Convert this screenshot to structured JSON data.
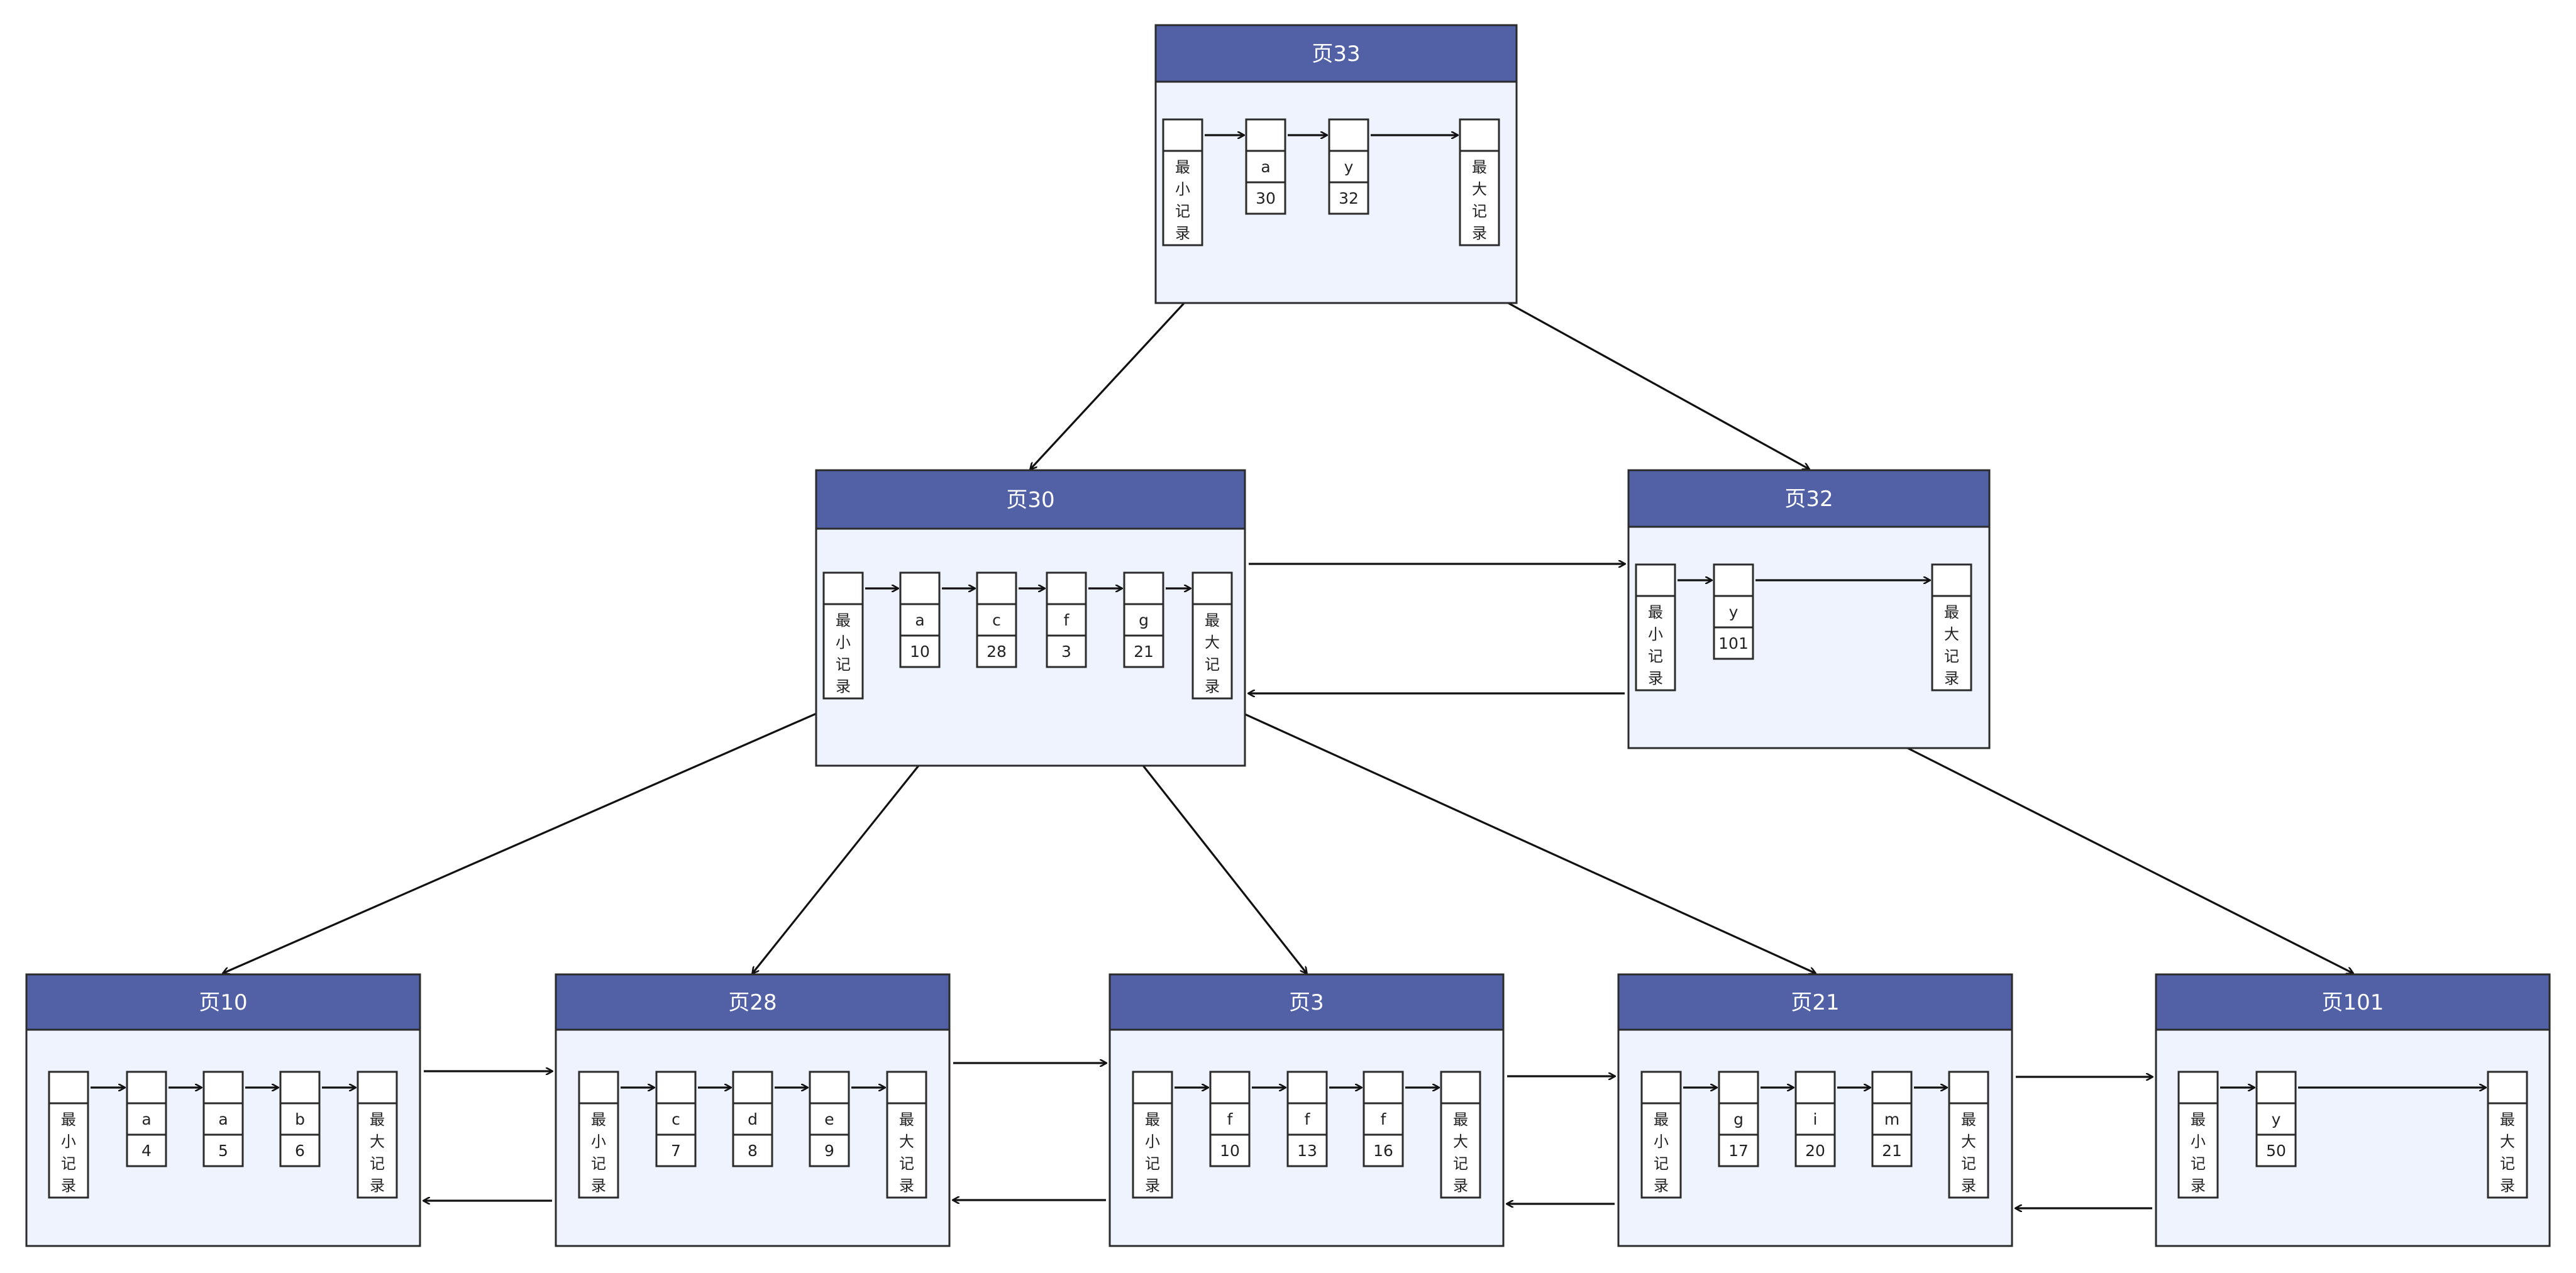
{
  "pages": [
    {
      "id": "p33",
      "title": "页33",
      "min_label": [
        "最",
        "小",
        "记",
        "录"
      ],
      "max_label": [
        "最",
        "大",
        "记",
        "录"
      ],
      "records": [
        {
          "key": "a",
          "value": "30"
        },
        {
          "key": "y",
          "value": "32"
        }
      ]
    },
    {
      "id": "p30",
      "title": "页30",
      "min_label": [
        "最",
        "小",
        "记",
        "录"
      ],
      "max_label": [
        "最",
        "大",
        "记",
        "录"
      ],
      "records": [
        {
          "key": "a",
          "value": "10"
        },
        {
          "key": "c",
          "value": "28"
        },
        {
          "key": "f",
          "value": "3"
        },
        {
          "key": "g",
          "value": "21"
        }
      ]
    },
    {
      "id": "p32",
      "title": "页32",
      "min_label": [
        "最",
        "小",
        "记",
        "录"
      ],
      "max_label": [
        "最",
        "大",
        "记",
        "录"
      ],
      "records": [
        {
          "key": "y",
          "value": "101"
        }
      ]
    },
    {
      "id": "p10",
      "title": "页10",
      "min_label": [
        "最",
        "小",
        "记",
        "录"
      ],
      "max_label": [
        "最",
        "大",
        "记",
        "录"
      ],
      "records": [
        {
          "key": "a",
          "value": "4"
        },
        {
          "key": "a",
          "value": "5"
        },
        {
          "key": "b",
          "value": "6"
        }
      ]
    },
    {
      "id": "p28",
      "title": "页28",
      "min_label": [
        "最",
        "小",
        "记",
        "录"
      ],
      "max_label": [
        "最",
        "大",
        "记",
        "录"
      ],
      "records": [
        {
          "key": "c",
          "value": "7"
        },
        {
          "key": "d",
          "value": "8"
        },
        {
          "key": "e",
          "value": "9"
        }
      ]
    },
    {
      "id": "p3",
      "title": "页3",
      "min_label": [
        "最",
        "小",
        "记",
        "录"
      ],
      "max_label": [
        "最",
        "大",
        "记",
        "录"
      ],
      "records": [
        {
          "key": "f",
          "value": "10"
        },
        {
          "key": "f",
          "value": "13"
        },
        {
          "key": "f",
          "value": "16"
        }
      ]
    },
    {
      "id": "p21",
      "title": "页21",
      "min_label": [
        "最",
        "小",
        "记",
        "录"
      ],
      "max_label": [
        "最",
        "大",
        "记",
        "录"
      ],
      "records": [
        {
          "key": "g",
          "value": "17"
        },
        {
          "key": "i",
          "value": "20"
        },
        {
          "key": "m",
          "value": "21"
        }
      ]
    },
    {
      "id": "p101",
      "title": "页101",
      "min_label": [
        "最",
        "小",
        "记",
        "录"
      ],
      "max_label": [
        "最",
        "大",
        "记",
        "录"
      ],
      "records": [
        {
          "key": "y",
          "value": "50"
        }
      ]
    }
  ],
  "child_pointers": [
    {
      "from": "p33",
      "record": 0,
      "to": "p30"
    },
    {
      "from": "p33",
      "record": 1,
      "to": "p32"
    },
    {
      "from": "p30",
      "record": 0,
      "to": "p10"
    },
    {
      "from": "p30",
      "record": 1,
      "to": "p28"
    },
    {
      "from": "p30",
      "record": 2,
      "to": "p3"
    },
    {
      "from": "p30",
      "record": 3,
      "to": "p21"
    },
    {
      "from": "p32",
      "record": 0,
      "to": "p101"
    }
  ],
  "sibling_links": [
    {
      "left": "p30",
      "right": "p32"
    },
    {
      "left": "p10",
      "right": "p28"
    },
    {
      "left": "p28",
      "right": "p3"
    },
    {
      "left": "p3",
      "right": "p21"
    },
    {
      "left": "p21",
      "right": "p101"
    }
  ],
  "colors": {
    "header": "#5261a6",
    "body": "#eef3fd",
    "stroke": "#2b2b2b"
  }
}
